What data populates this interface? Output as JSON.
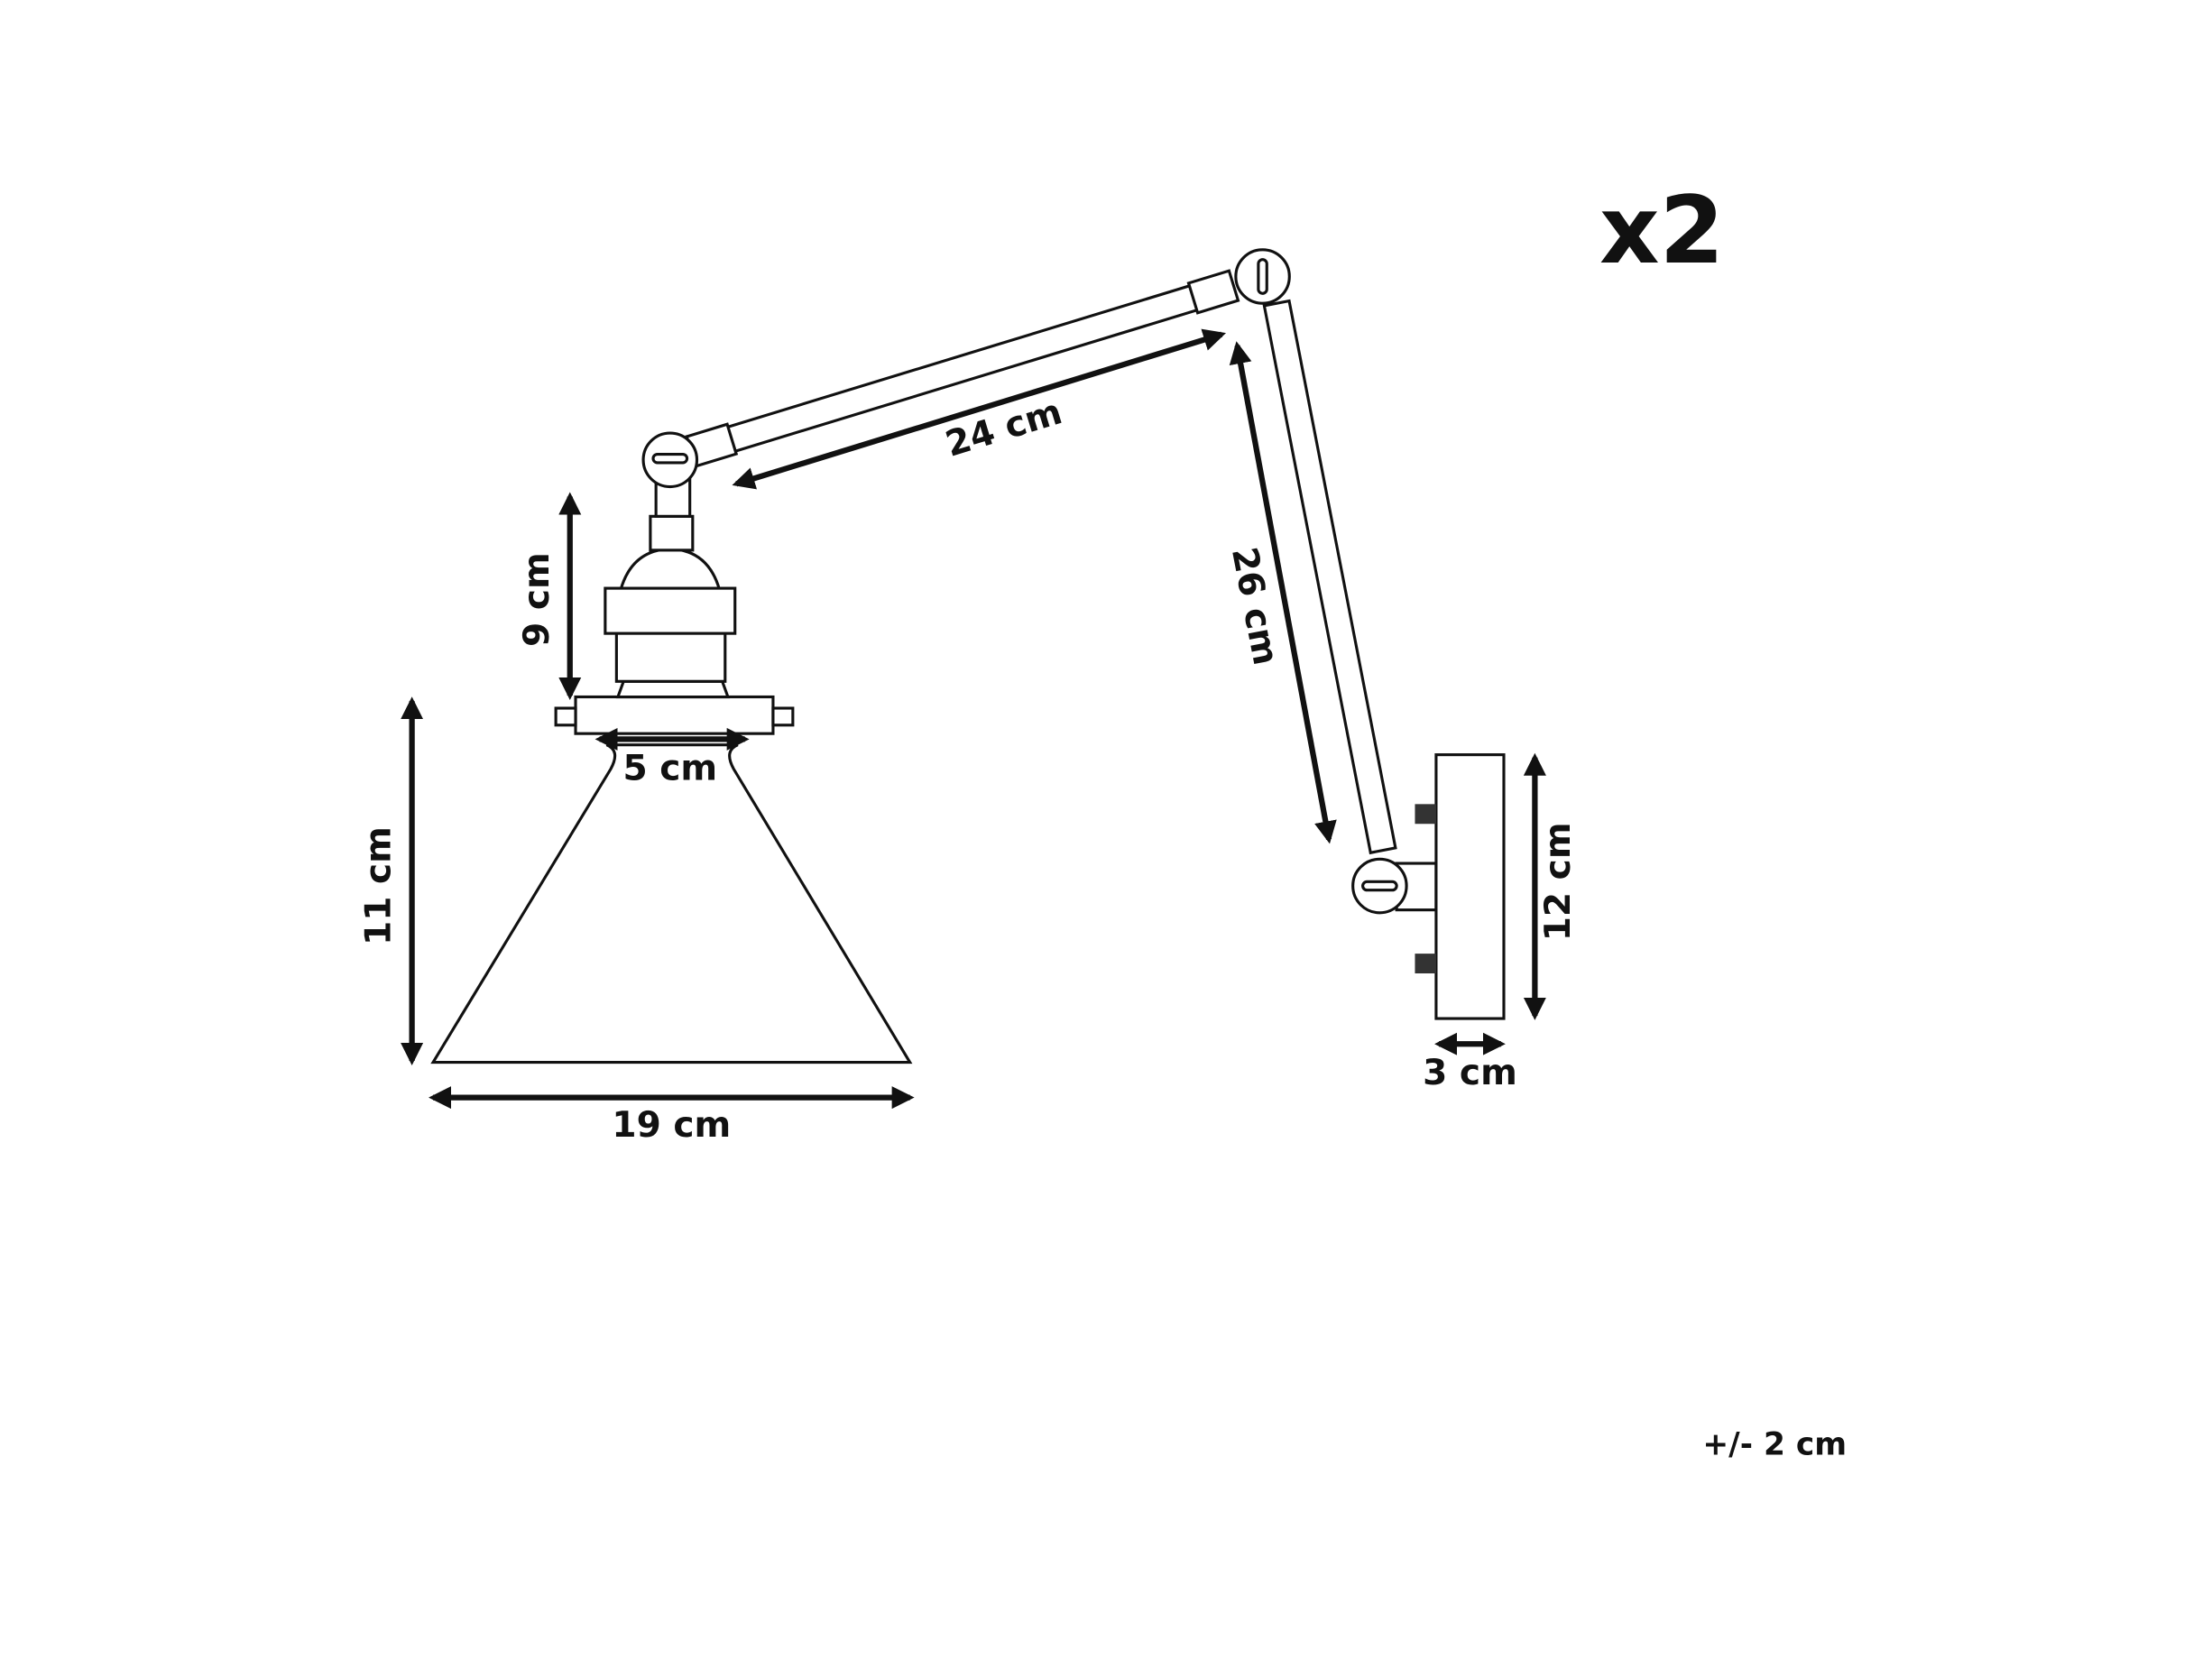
{
  "quantity": "x2",
  "tolerance": "+/- 2 cm",
  "dimensions": {
    "upper_arm": "24 cm",
    "lower_arm": "26 cm",
    "socket_height": "9 cm",
    "shade_height": "11 cm",
    "shade_top": "5 cm",
    "shade_bottom": "19 cm",
    "plate_height": "12 cm",
    "plate_depth": "3 cm"
  },
  "colors": {
    "line": "#111111",
    "background": "#ffffff"
  }
}
